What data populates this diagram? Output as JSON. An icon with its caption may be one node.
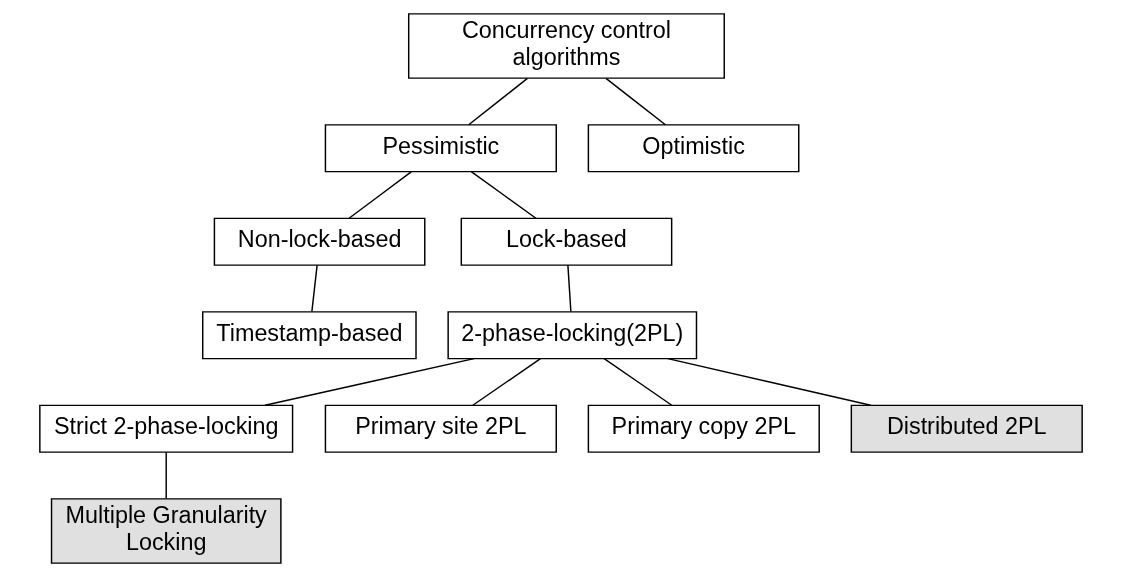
{
  "diagram": {
    "nodes": [
      {
        "text": [
          "Concurrency control algorithms"
        ]
      },
      {
        "text": [
          "Pessimistic"
        ]
      },
      {
        "text": [
          "Optimistic"
        ]
      },
      {
        "text": [
          "Non-lock-based"
        ]
      },
      {
        "text": [
          "Lock-based"
        ]
      },
      {
        "text": [
          "Timestamp-based"
        ]
      },
      {
        "text": [
          "2-phase-locking(2PL)"
        ]
      },
      {
        "text": [
          "Strict 2-phase-locking"
        ]
      },
      {
        "text": [
          "Primary site 2PL"
        ]
      },
      {
        "text": [
          "Primary copy 2PL"
        ]
      },
      {
        "text": [
          "Multiple Granularity Locking"
        ]
      },
      {
        "text": [
          "Distributed 2PL"
        ]
      }
    ],
    "edges": [
      {
        "from": 0,
        "to": 1,
        "arrow": "none"
      },
      {
        "from": 0,
        "to": 2,
        "arrow": "none"
      },
      {
        "from": 1,
        "to": 3,
        "arrow": "none"
      },
      {
        "from": 1,
        "to": 4,
        "arrow": "none"
      },
      {
        "from": 3,
        "to": 5,
        "arrow": "none"
      },
      {
        "from": 4,
        "to": 6,
        "arrow": "none"
      },
      {
        "from": 6,
        "to": 7,
        "arrow": "none"
      },
      {
        "from": 6,
        "to": 11,
        "arrow": "none"
      },
      {
        "from": 6,
        "to": 9,
        "arrow": "none"
      },
      {
        "from": 6,
        "to": 8,
        "arrow": "none"
      },
      {
        "from": 7,
        "to": 10,
        "arrow": "none"
      }
    ]
  }
}
